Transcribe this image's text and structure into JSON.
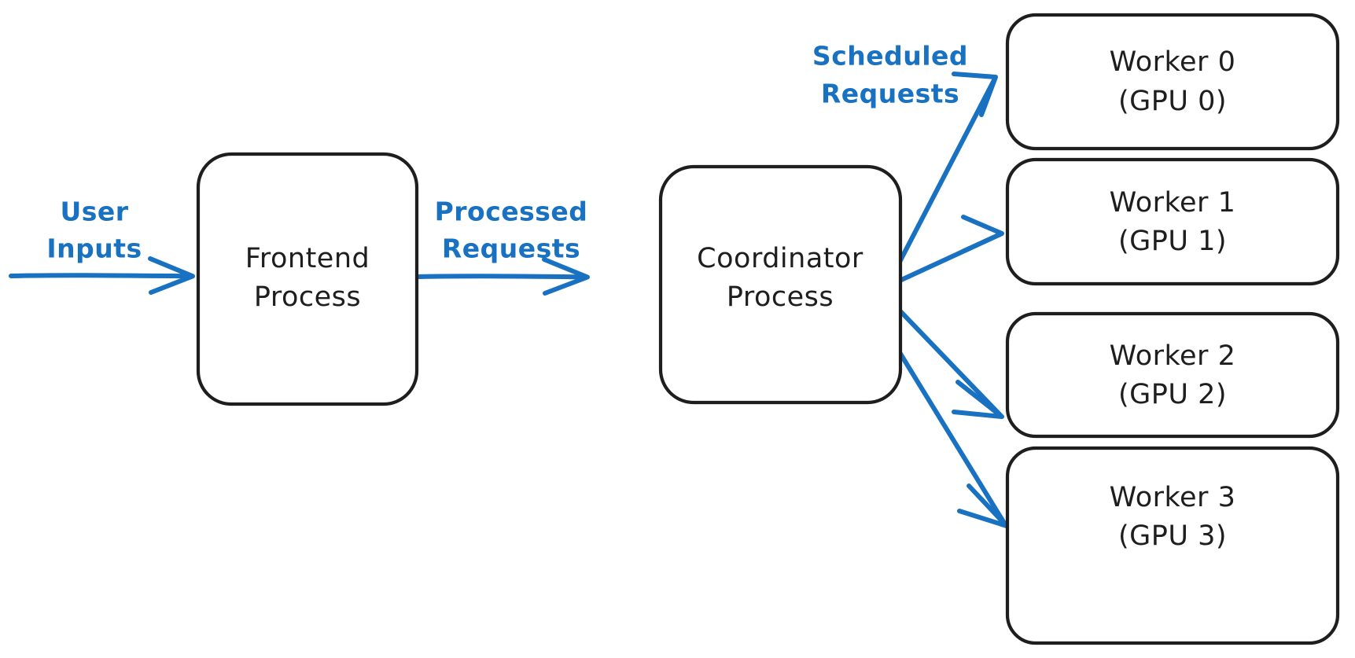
{
  "diagram": {
    "title": "Frontend / Coordinator / Worker serving architecture",
    "colors": {
      "box_stroke": "#1e1e1e",
      "box_fill": "#ffffff",
      "arrow": "#1971c2",
      "label_text": "#1971c2",
      "node_text": "#1e1e1e",
      "background": "#ffffff"
    },
    "nodes": [
      {
        "id": "frontend",
        "line1": "Frontend",
        "line2": "Process"
      },
      {
        "id": "coordinator",
        "line1": "Coordinator",
        "line2": "Process"
      },
      {
        "id": "worker0",
        "line1": "Worker 0",
        "line2": "(GPU 0)"
      },
      {
        "id": "worker1",
        "line1": "Worker 1",
        "line2": "(GPU 1)"
      },
      {
        "id": "worker2",
        "line1": "Worker 2",
        "line2": "(GPU 2)"
      },
      {
        "id": "worker3",
        "line1": "Worker 3",
        "line2": "(GPU 3)"
      }
    ],
    "edge_labels": [
      {
        "id": "user-inputs",
        "line1": "User",
        "line2": "Inputs"
      },
      {
        "id": "processed-requests",
        "line1": "Processed",
        "line2": "Requests"
      },
      {
        "id": "scheduled-requests",
        "line1": "Scheduled",
        "line2": "Requests"
      }
    ]
  }
}
